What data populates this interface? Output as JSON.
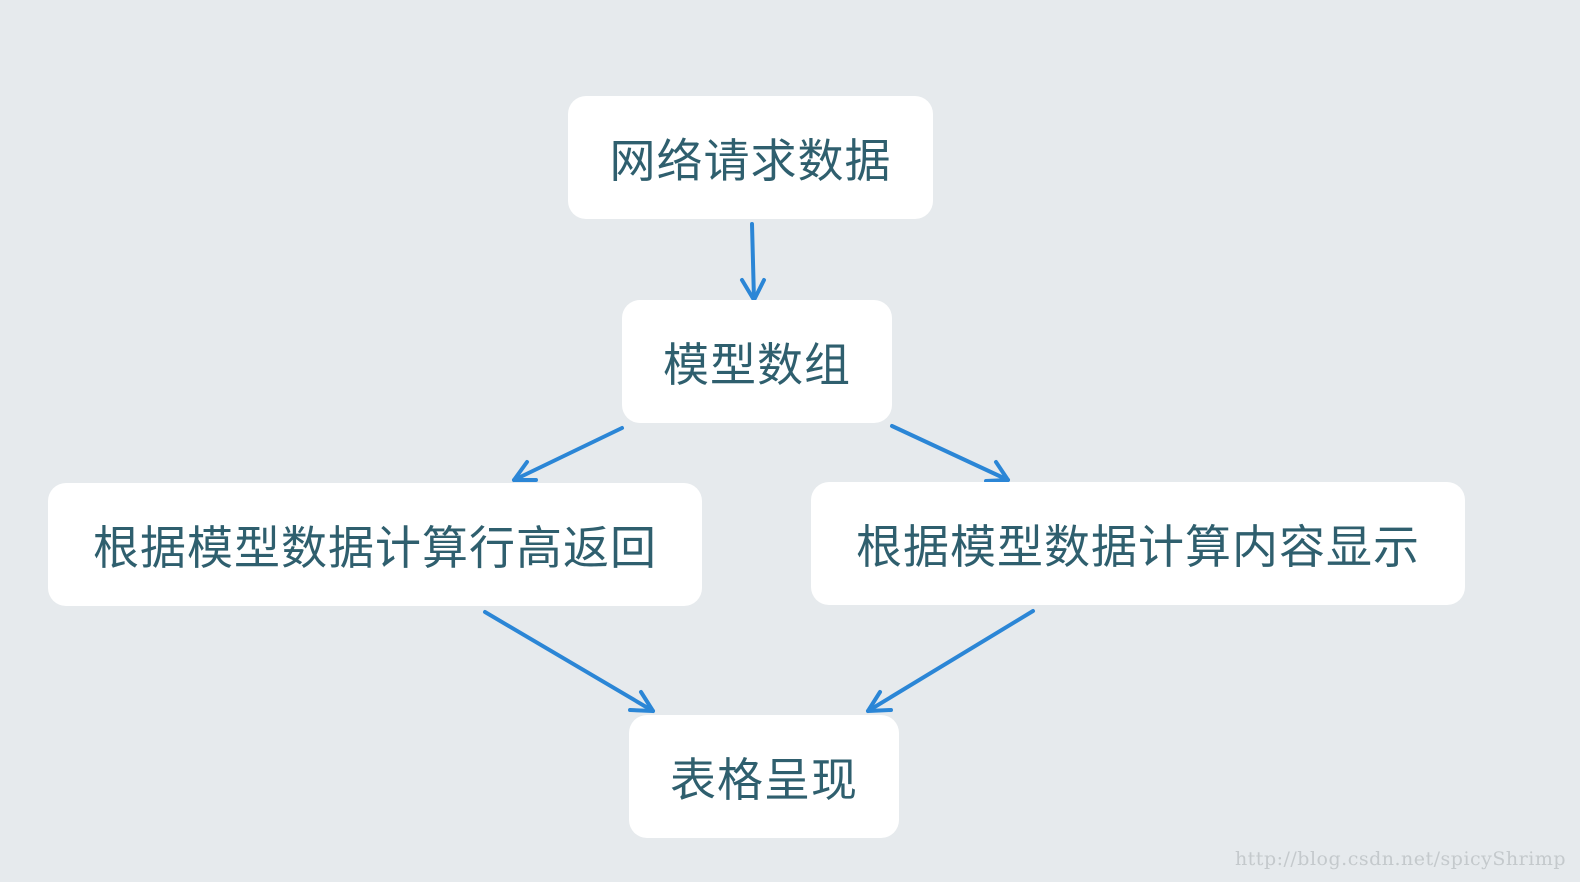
{
  "nodes": {
    "fetch": "网络请求数据",
    "model": "模型数组",
    "calc_height": "根据模型数据计算行高返回",
    "calc_content": "根据模型数据计算内容显示",
    "table": "表格呈现"
  },
  "arrow_color": "#2b86d6",
  "background_color": "#e6eaed",
  "watermark": "http://blog.csdn.net/spicyShrimp"
}
